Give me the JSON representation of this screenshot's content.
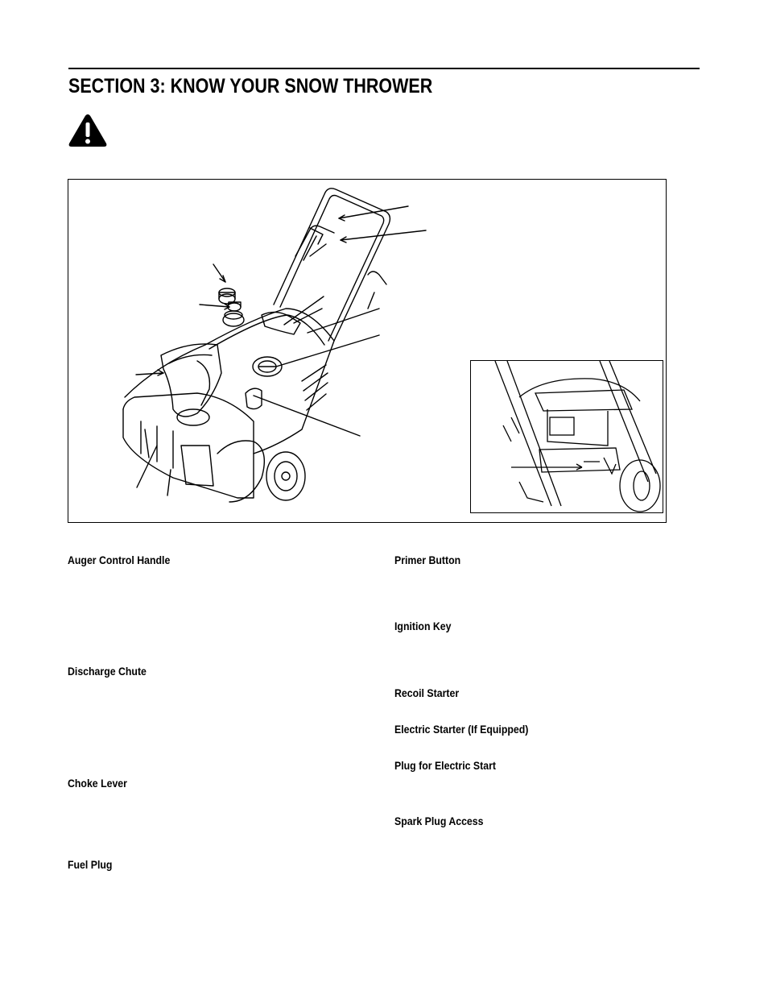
{
  "header": {
    "title": "SECTION 3:  KNOW YOUR SNOW THROWER"
  },
  "icons": {
    "warning": "warning-triangle-icon"
  },
  "parts": {
    "left": [
      "Auger Control Handle",
      "Discharge Chute",
      "Choke Lever",
      "Fuel Plug"
    ],
    "right": [
      "Primer Button",
      "Ignition Key",
      "Recoil Starter",
      "Electric Starter (If Equipped)",
      "Plug for Electric Start",
      "Spark Plug Access"
    ]
  }
}
